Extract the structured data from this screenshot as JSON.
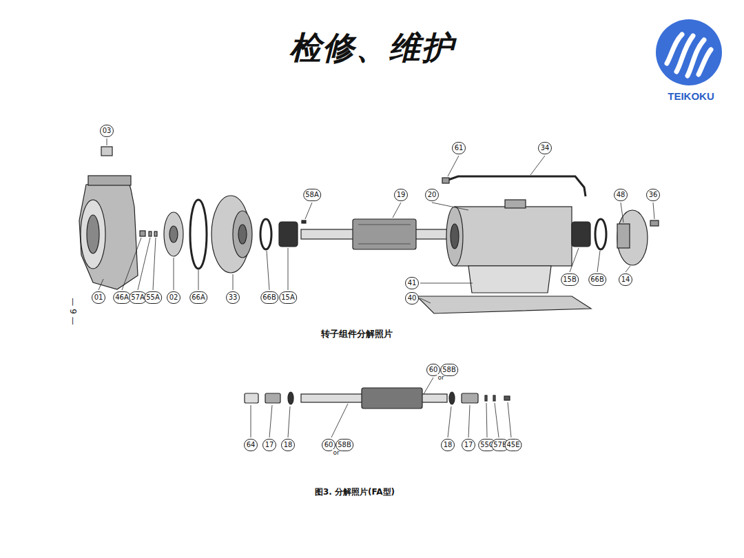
{
  "diagram": {
    "title": "检修、维护",
    "caption": "图3. 分解照片(FA型)",
    "labels": [
      "03",
      "58A",
      "19",
      "20",
      "61",
      "34",
      "48",
      "36",
      "01",
      "46A",
      "57A",
      "55A",
      "02",
      "66A",
      "33",
      "66B",
      "15A",
      "41",
      "40",
      "15B",
      "66B",
      "14",
      "转子组件分解照片",
      "60",
      "or",
      "58B",
      "64",
      "17",
      "18",
      "60",
      "or",
      "58B",
      "18",
      "17",
      "55C",
      "57B",
      "45E",
      "TEIKOKU",
      "— 9 —"
    ]
  }
}
